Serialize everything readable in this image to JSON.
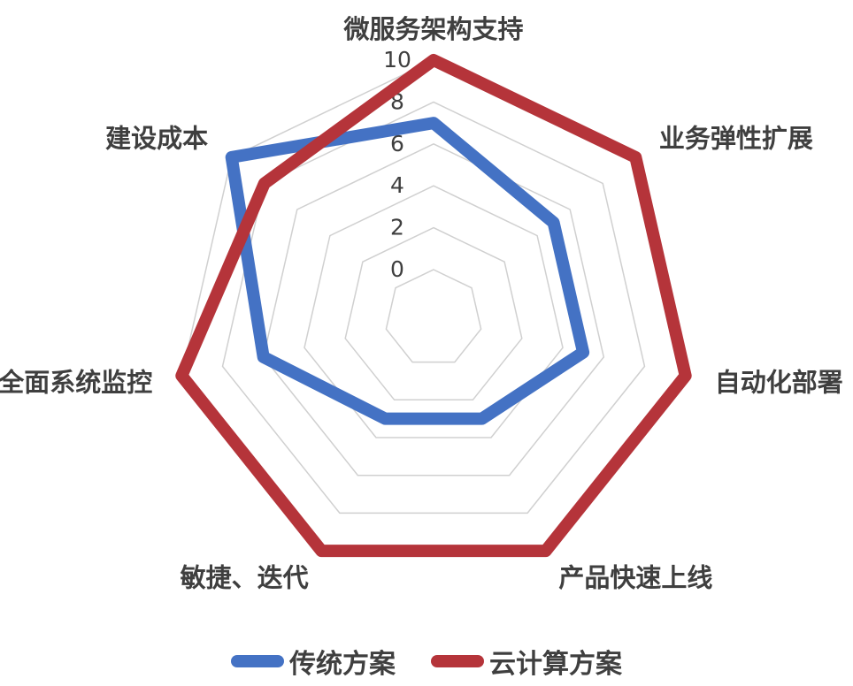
{
  "chart_data": {
    "type": "radar",
    "categories": [
      "微服务架构支持",
      "业务弹性扩展",
      "自动化部署",
      "产品快速上线",
      "敏捷、迭代",
      "全面系统监控",
      "建设成本"
    ],
    "series": [
      {
        "name": "传统方案",
        "values": [
          7,
          5,
          5,
          3,
          3,
          6,
          10
        ],
        "color": "#4472C4"
      },
      {
        "name": "云计算方案",
        "values": [
          10,
          10,
          10,
          10,
          10,
          10,
          8
        ],
        "color": "#B5343A"
      }
    ],
    "rlim": [
      0,
      10
    ],
    "ticks": [
      0,
      2,
      4,
      6,
      8,
      10
    ],
    "grid": true,
    "legend_position": "bottom"
  }
}
